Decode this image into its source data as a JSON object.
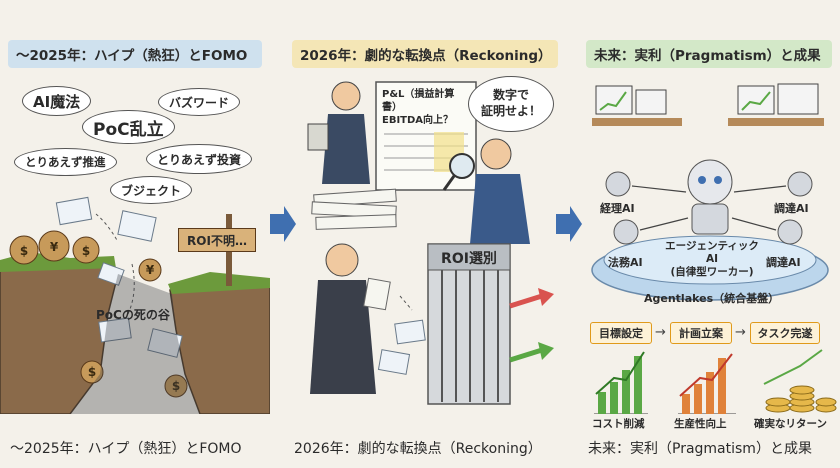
{
  "panels": {
    "past": {
      "banner": "〜2025年：ハイプ（熱狂）とFOMO",
      "caption": "〜2025年：ハイプ（熱狂）とFOMO",
      "bubbles": [
        "AI魔法",
        "PoC乱立",
        "バズワード",
        "とりあえず投資",
        "とりあえず推進",
        "ブジェクト"
      ],
      "sign": "ROI不明…",
      "chasm": "PoCの死の谷",
      "colors": {
        "banner": "#cfe1ee"
      }
    },
    "now": {
      "banner": "2026年：劇的な転換点（Reckoning）",
      "caption": "2026年：劇的な転換点（Reckoning）",
      "board": "P&L（損益計算書）\nEBITDA向上？",
      "speech": "数字で\n証明せよ！",
      "gate": "ROI選別",
      "colors": {
        "banner": "#f4e6b6"
      }
    },
    "future": {
      "banner": "未来：実利（Pragmatism）と成果",
      "caption": "未来：実利（Pragmatism）と成果",
      "agents": [
        "経理AI",
        "調達AI",
        "法務AI",
        "調達AI"
      ],
      "center_label": "エージェンティックAI\n(自律型ワーカー)",
      "platform": "Agentlakes（統合基盤）",
      "flow": [
        "目標設定",
        "計画立案",
        "タスク完遂"
      ],
      "outcomes": [
        "コスト削減",
        "生産性向上",
        "確実なリターン"
      ],
      "colors": {
        "banner": "#d3e8c8"
      }
    }
  }
}
